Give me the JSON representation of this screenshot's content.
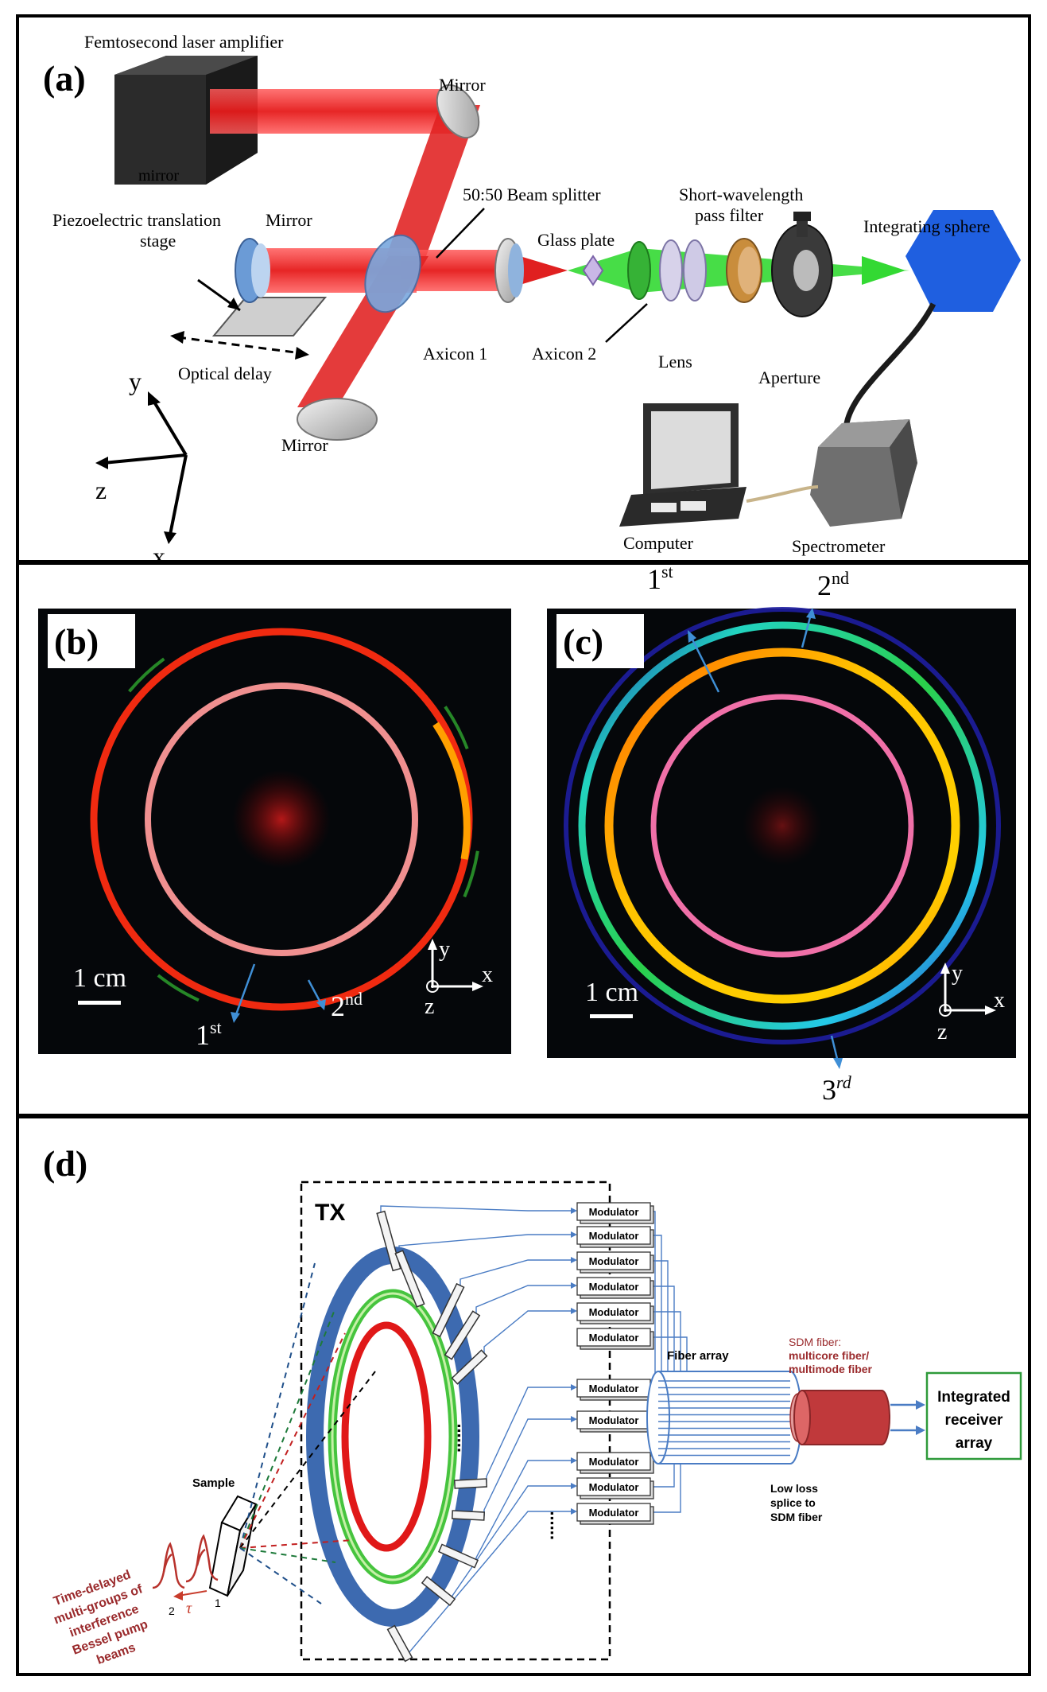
{
  "panel_a": {
    "tag": "(a)",
    "labels": {
      "laser": "Femtosecond laser amplifier",
      "laser_face": "mirror",
      "mirror_top": "Mirror",
      "beam_splitter": "50:50 Beam splitter",
      "piezo_line1": "Piezoelectric translation",
      "piezo_line2": "stage",
      "mirror_left": "Mirror",
      "optical_delay": "Optical delay",
      "axicon1": "Axicon 1",
      "glass_plate": "Glass plate",
      "axicon2": "Axicon 2",
      "lens": "Lens",
      "filter_line1": "Short-wavelength",
      "filter_line2": "pass filter",
      "aperture": "Aperture",
      "integrating_sphere": "Integrating sphere",
      "mirror_bottom": "Mirror",
      "computer": "Computer",
      "spectrometer": "Spectrometer",
      "axis_y": "y",
      "axis_z": "z",
      "axis_x": "x"
    }
  },
  "panel_b": {
    "tag": "(b)",
    "scale": "1 cm",
    "order1": "1",
    "order1_sup": "st",
    "order2": "2",
    "order2_sup": "nd",
    "axis_y": "y",
    "axis_x": "x",
    "axis_z": "z"
  },
  "panel_c": {
    "tag": "(c)",
    "scale": "1 cm",
    "order1": "1",
    "order1_sup": "st",
    "order2": "2",
    "order2_sup": "nd",
    "order3": "3",
    "order3_sup": "rd",
    "axis_y": "y",
    "axis_x": "x",
    "axis_z": "z"
  },
  "panel_d": {
    "tag": "(d)",
    "tx": "TX",
    "modulator": "Modulator",
    "fiber_array": "Fiber array",
    "sdm_line1": "SDM fiber:",
    "sdm_line2": "multicore fiber/",
    "sdm_line3": "multimode fiber",
    "splice_line1": "Low loss",
    "splice_line2": "splice to",
    "splice_line3": "SDM fiber",
    "receiver_line1": "Integrated",
    "receiver_line2": "receiver",
    "receiver_line3": "array",
    "sample": "Sample",
    "pump_lines": [
      "Time-delayed",
      "multi-groups of",
      "interference",
      "Bessel pump",
      "beams"
    ],
    "tau": "τ",
    "pulse1": "1",
    "pulse2": "2",
    "dots_ring": "......",
    "dots_mod": "......"
  },
  "colors": {
    "beam_red": "#e52020",
    "beam_green": "#3ddc3d",
    "blue_ring": "#3d6ab0",
    "green_ring": "#46c43e",
    "red_ring": "#e01818",
    "line_blue": "#4a7cc4",
    "sdm_red": "#c0393b",
    "receiver_green": "#2e9a3a",
    "sphere_blue": "#1f5fe0"
  }
}
